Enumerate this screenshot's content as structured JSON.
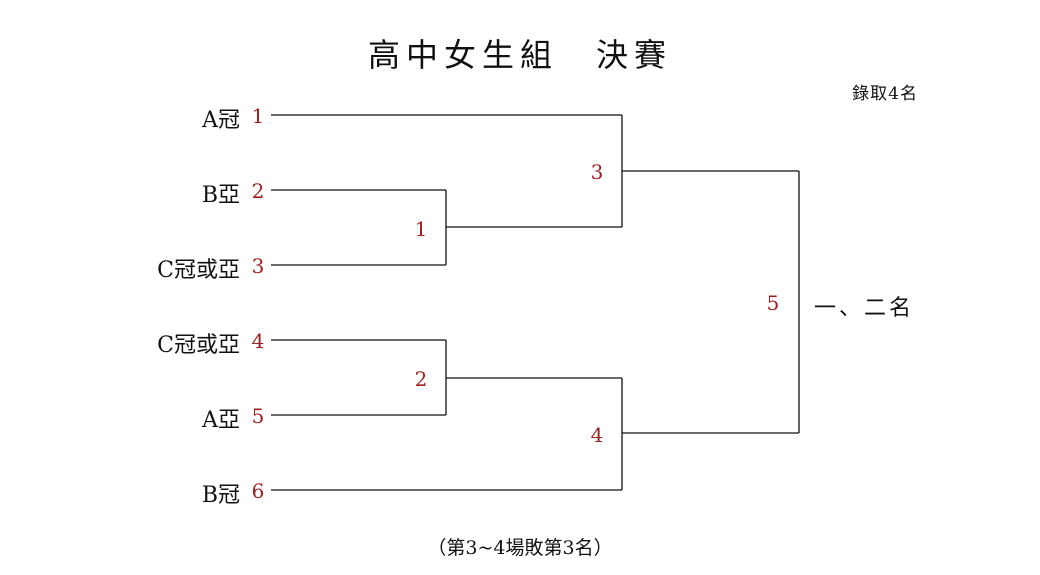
{
  "title": "高中女生組　決賽",
  "quota": "錄取4名",
  "entries": [
    {
      "team": "A冠",
      "seed": "1"
    },
    {
      "team": "B亞",
      "seed": "2"
    },
    {
      "team": "C冠或亞",
      "seed": "3"
    },
    {
      "team": "C冠或亞",
      "seed": "4"
    },
    {
      "team": "A亞",
      "seed": "5"
    },
    {
      "team": "B冠",
      "seed": "6"
    }
  ],
  "matches": [
    "1",
    "2",
    "3",
    "4",
    "5"
  ],
  "result": "一、二名",
  "footer": "（第3~4場敗第3名）"
}
